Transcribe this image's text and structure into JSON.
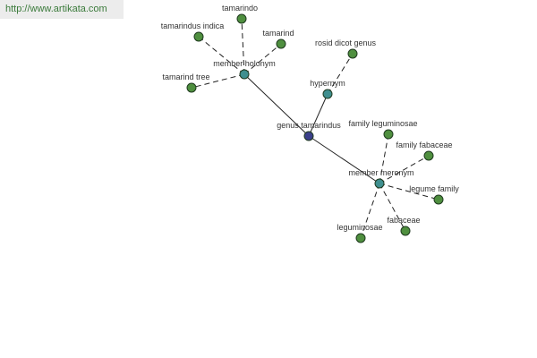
{
  "banner": {
    "url": "http://www.artikata.com"
  },
  "colors": {
    "leaf": "#4f8f3f",
    "relation": "#3f8f8f",
    "center": "#3b3f8a"
  },
  "graph": {
    "nodes": [
      {
        "id": "genus-tamarindus",
        "label": "genus tamarindus",
        "kind": "center"
      },
      {
        "id": "member-holonym",
        "label": "member holonym",
        "kind": "relation"
      },
      {
        "id": "hypernym",
        "label": "hypernym",
        "kind": "relation"
      },
      {
        "id": "member-meronym",
        "label": "member meronym",
        "kind": "relation"
      },
      {
        "id": "tamarindo",
        "label": "tamarindo",
        "kind": "leaf"
      },
      {
        "id": "tamarindus-indica",
        "label": "tamarindus indica",
        "kind": "leaf"
      },
      {
        "id": "tamarind",
        "label": "tamarind",
        "kind": "leaf"
      },
      {
        "id": "tamarind-tree",
        "label": "tamarind tree",
        "kind": "leaf"
      },
      {
        "id": "rosid-dicot-genus",
        "label": "rosid dicot genus",
        "kind": "leaf"
      },
      {
        "id": "family-leguminosae",
        "label": "family leguminosae",
        "kind": "leaf"
      },
      {
        "id": "family-fabaceae",
        "label": "family fabaceae",
        "kind": "leaf"
      },
      {
        "id": "legume-family",
        "label": "legume family",
        "kind": "leaf"
      },
      {
        "id": "fabaceae",
        "label": "fabaceae",
        "kind": "leaf"
      },
      {
        "id": "leguminosae",
        "label": "leguminosae",
        "kind": "leaf"
      }
    ],
    "edges": [
      {
        "from": "genus-tamarindus",
        "to": "member-holonym",
        "style": "solid"
      },
      {
        "from": "genus-tamarindus",
        "to": "hypernym",
        "style": "solid"
      },
      {
        "from": "genus-tamarindus",
        "to": "member-meronym",
        "style": "solid"
      },
      {
        "from": "member-holonym",
        "to": "tamarindo",
        "style": "dashed"
      },
      {
        "from": "member-holonym",
        "to": "tamarindus-indica",
        "style": "dashed"
      },
      {
        "from": "member-holonym",
        "to": "tamarind",
        "style": "dashed"
      },
      {
        "from": "member-holonym",
        "to": "tamarind-tree",
        "style": "dashed"
      },
      {
        "from": "hypernym",
        "to": "rosid-dicot-genus",
        "style": "dashed"
      },
      {
        "from": "member-meronym",
        "to": "family-leguminosae",
        "style": "dashed"
      },
      {
        "from": "member-meronym",
        "to": "family-fabaceae",
        "style": "dashed"
      },
      {
        "from": "member-meronym",
        "to": "legume-family",
        "style": "dashed"
      },
      {
        "from": "member-meronym",
        "to": "fabaceae",
        "style": "dashed"
      },
      {
        "from": "member-meronym",
        "to": "leguminosae",
        "style": "dashed"
      }
    ]
  }
}
